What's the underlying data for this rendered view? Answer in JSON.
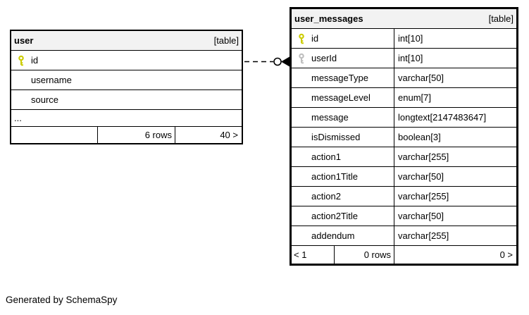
{
  "footer_note": "Generated by SchemaSpy",
  "colors": {
    "primary_key": "#cccc00",
    "foreign_key": "#bfbfbf",
    "header_bg": "#f2f2f2",
    "border": "#000000",
    "background": "#ffffff"
  },
  "connector": {
    "from_table": "user",
    "from_column": "id",
    "to_table": "user_messages",
    "to_column": "userId",
    "line_style": "dashed",
    "markers": [
      "open-circle",
      "filled-arrowhead"
    ]
  },
  "tables": [
    {
      "id": "user",
      "title": "user",
      "badge": "[table]",
      "emphasis": false,
      "columns": [
        {
          "name": "id",
          "key": "primary"
        },
        {
          "name": "username",
          "key": null
        },
        {
          "name": "source",
          "key": null
        }
      ],
      "ellipsis": "...",
      "footer": {
        "left": "",
        "middle": "6 rows",
        "right": "40 >"
      }
    },
    {
      "id": "user_messages",
      "title": "user_messages",
      "badge": "[table]",
      "emphasis": true,
      "columns": [
        {
          "name": "id",
          "type": "int[10]",
          "key": "primary"
        },
        {
          "name": "userId",
          "type": "int[10]",
          "key": "foreign"
        },
        {
          "name": "messageType",
          "type": "varchar[50]",
          "key": null
        },
        {
          "name": "messageLevel",
          "type": "enum[7]",
          "key": null
        },
        {
          "name": "message",
          "type": "longtext[2147483647]",
          "key": null
        },
        {
          "name": "isDismissed",
          "type": "boolean[3]",
          "key": null
        },
        {
          "name": "action1",
          "type": "varchar[255]",
          "key": null
        },
        {
          "name": "action1Title",
          "type": "varchar[50]",
          "key": null
        },
        {
          "name": "action2",
          "type": "varchar[255]",
          "key": null
        },
        {
          "name": "action2Title",
          "type": "varchar[50]",
          "key": null
        },
        {
          "name": "addendum",
          "type": "varchar[255]",
          "key": null
        }
      ],
      "footer": {
        "left": "< 1",
        "middle": "0 rows",
        "right": "0 >"
      }
    }
  ]
}
